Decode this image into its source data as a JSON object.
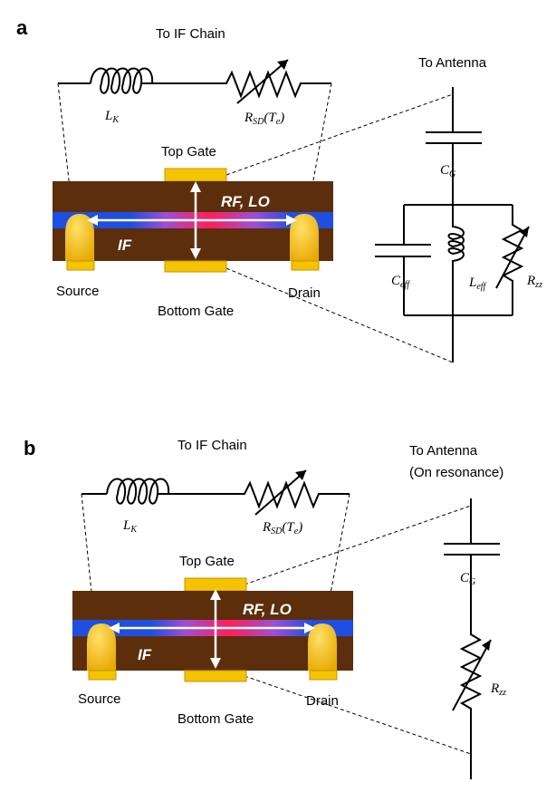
{
  "panels": [
    {
      "letter": "a",
      "if_chain": "To IF Chain",
      "antenna": "To Antenna",
      "antenna_note": "",
      "lk": {
        "main": "L",
        "sub": "K"
      },
      "rsd": {
        "main": "R",
        "sub": "SD",
        "paren_open": "(T",
        "paren_sub": "e",
        "paren_close": ")"
      },
      "top_gate": "Top Gate",
      "bottom_gate": "Bottom Gate",
      "source": "Source",
      "drain": "Drain",
      "rf_lo": "RF, LO",
      "if": "IF",
      "cg": {
        "main": "C",
        "sub": "G"
      },
      "ceff": {
        "main": "C",
        "sub": "eff"
      },
      "leff": {
        "main": "L",
        "sub": "eff"
      },
      "rzz": {
        "main": "R",
        "sub": "zz"
      }
    },
    {
      "letter": "b",
      "if_chain": "To IF Chain",
      "antenna": "To Antenna",
      "antenna_note": "(On resonance)",
      "lk": {
        "main": "L",
        "sub": "K"
      },
      "rsd": {
        "main": "R",
        "sub": "SD",
        "paren_open": "(T",
        "paren_sub": "e",
        "paren_close": ")"
      },
      "top_gate": "Top Gate",
      "bottom_gate": "Bottom Gate",
      "source": "Source",
      "drain": "Drain",
      "rf_lo": "RF, LO",
      "if": "IF",
      "cg": {
        "main": "C",
        "sub": "G"
      },
      "rzz": {
        "main": "R",
        "sub": "zz"
      }
    }
  ],
  "colors": {
    "substrate": "#5c2e0c",
    "gate_gold": "#f5c400",
    "channel_blue": "#1e4fe0",
    "channel_pink": "#ff1f5a",
    "channel_violet": "#9b4fd6"
  }
}
